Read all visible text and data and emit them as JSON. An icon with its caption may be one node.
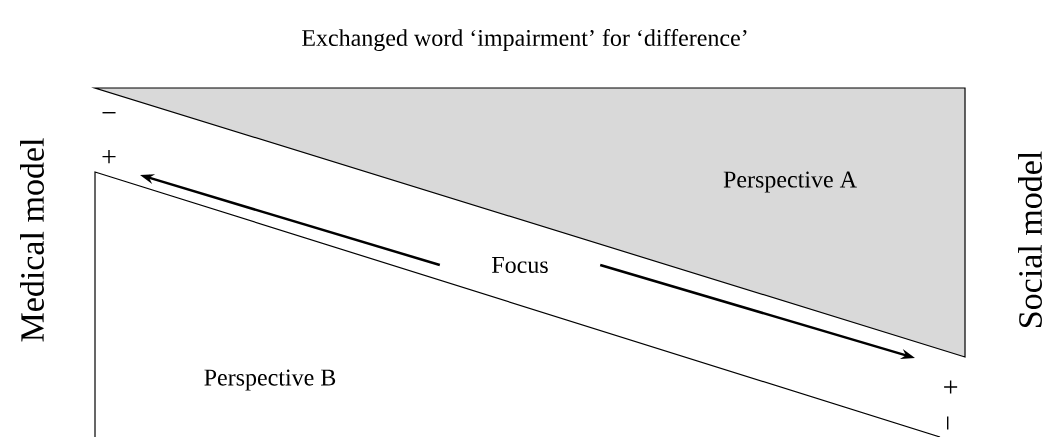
{
  "diagram": {
    "title": "Exchanged word ‘impairment’ for ‘difference’",
    "nodes": [
      {
        "text": [
          "Perspective A"
        ]
      },
      {
        "text": [
          "Focus"
        ]
      },
      {
        "text": [
          "Perspective B"
        ]
      }
    ],
    "edges": [
      {
        "from": 1,
        "to": null,
        "arrow": "to"
      },
      {
        "from": 1,
        "to": null,
        "arrow": "to"
      }
    ],
    "labels": [
      "−",
      "+",
      "+",
      "−",
      "Medical model",
      "Social model"
    ]
  }
}
